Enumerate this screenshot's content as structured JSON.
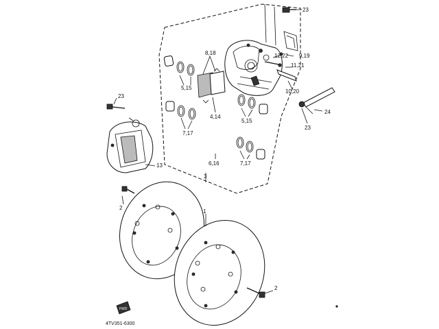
{
  "diagram": {
    "labels": {
      "l23_top": "23",
      "l8_18": "8,18",
      "l12_22": "12,22",
      "l9_19": "9,19",
      "l11_21": "11,21",
      "l5_15_a": "5,15",
      "l10_20": "10,20",
      "l23_left": "23",
      "l4_14": "4,14",
      "l24": "24",
      "l5_15_b": "5,15",
      "l23_right": "23",
      "l7_17_a": "7,17",
      "l13": "13",
      "l6_16": "6,16",
      "l7_17_b": "7,17",
      "l3": "3",
      "l2_left": "2",
      "l1": "1",
      "l2_right": "2"
    },
    "part_code": "4TV351-6300",
    "badge_text": "FWD"
  }
}
